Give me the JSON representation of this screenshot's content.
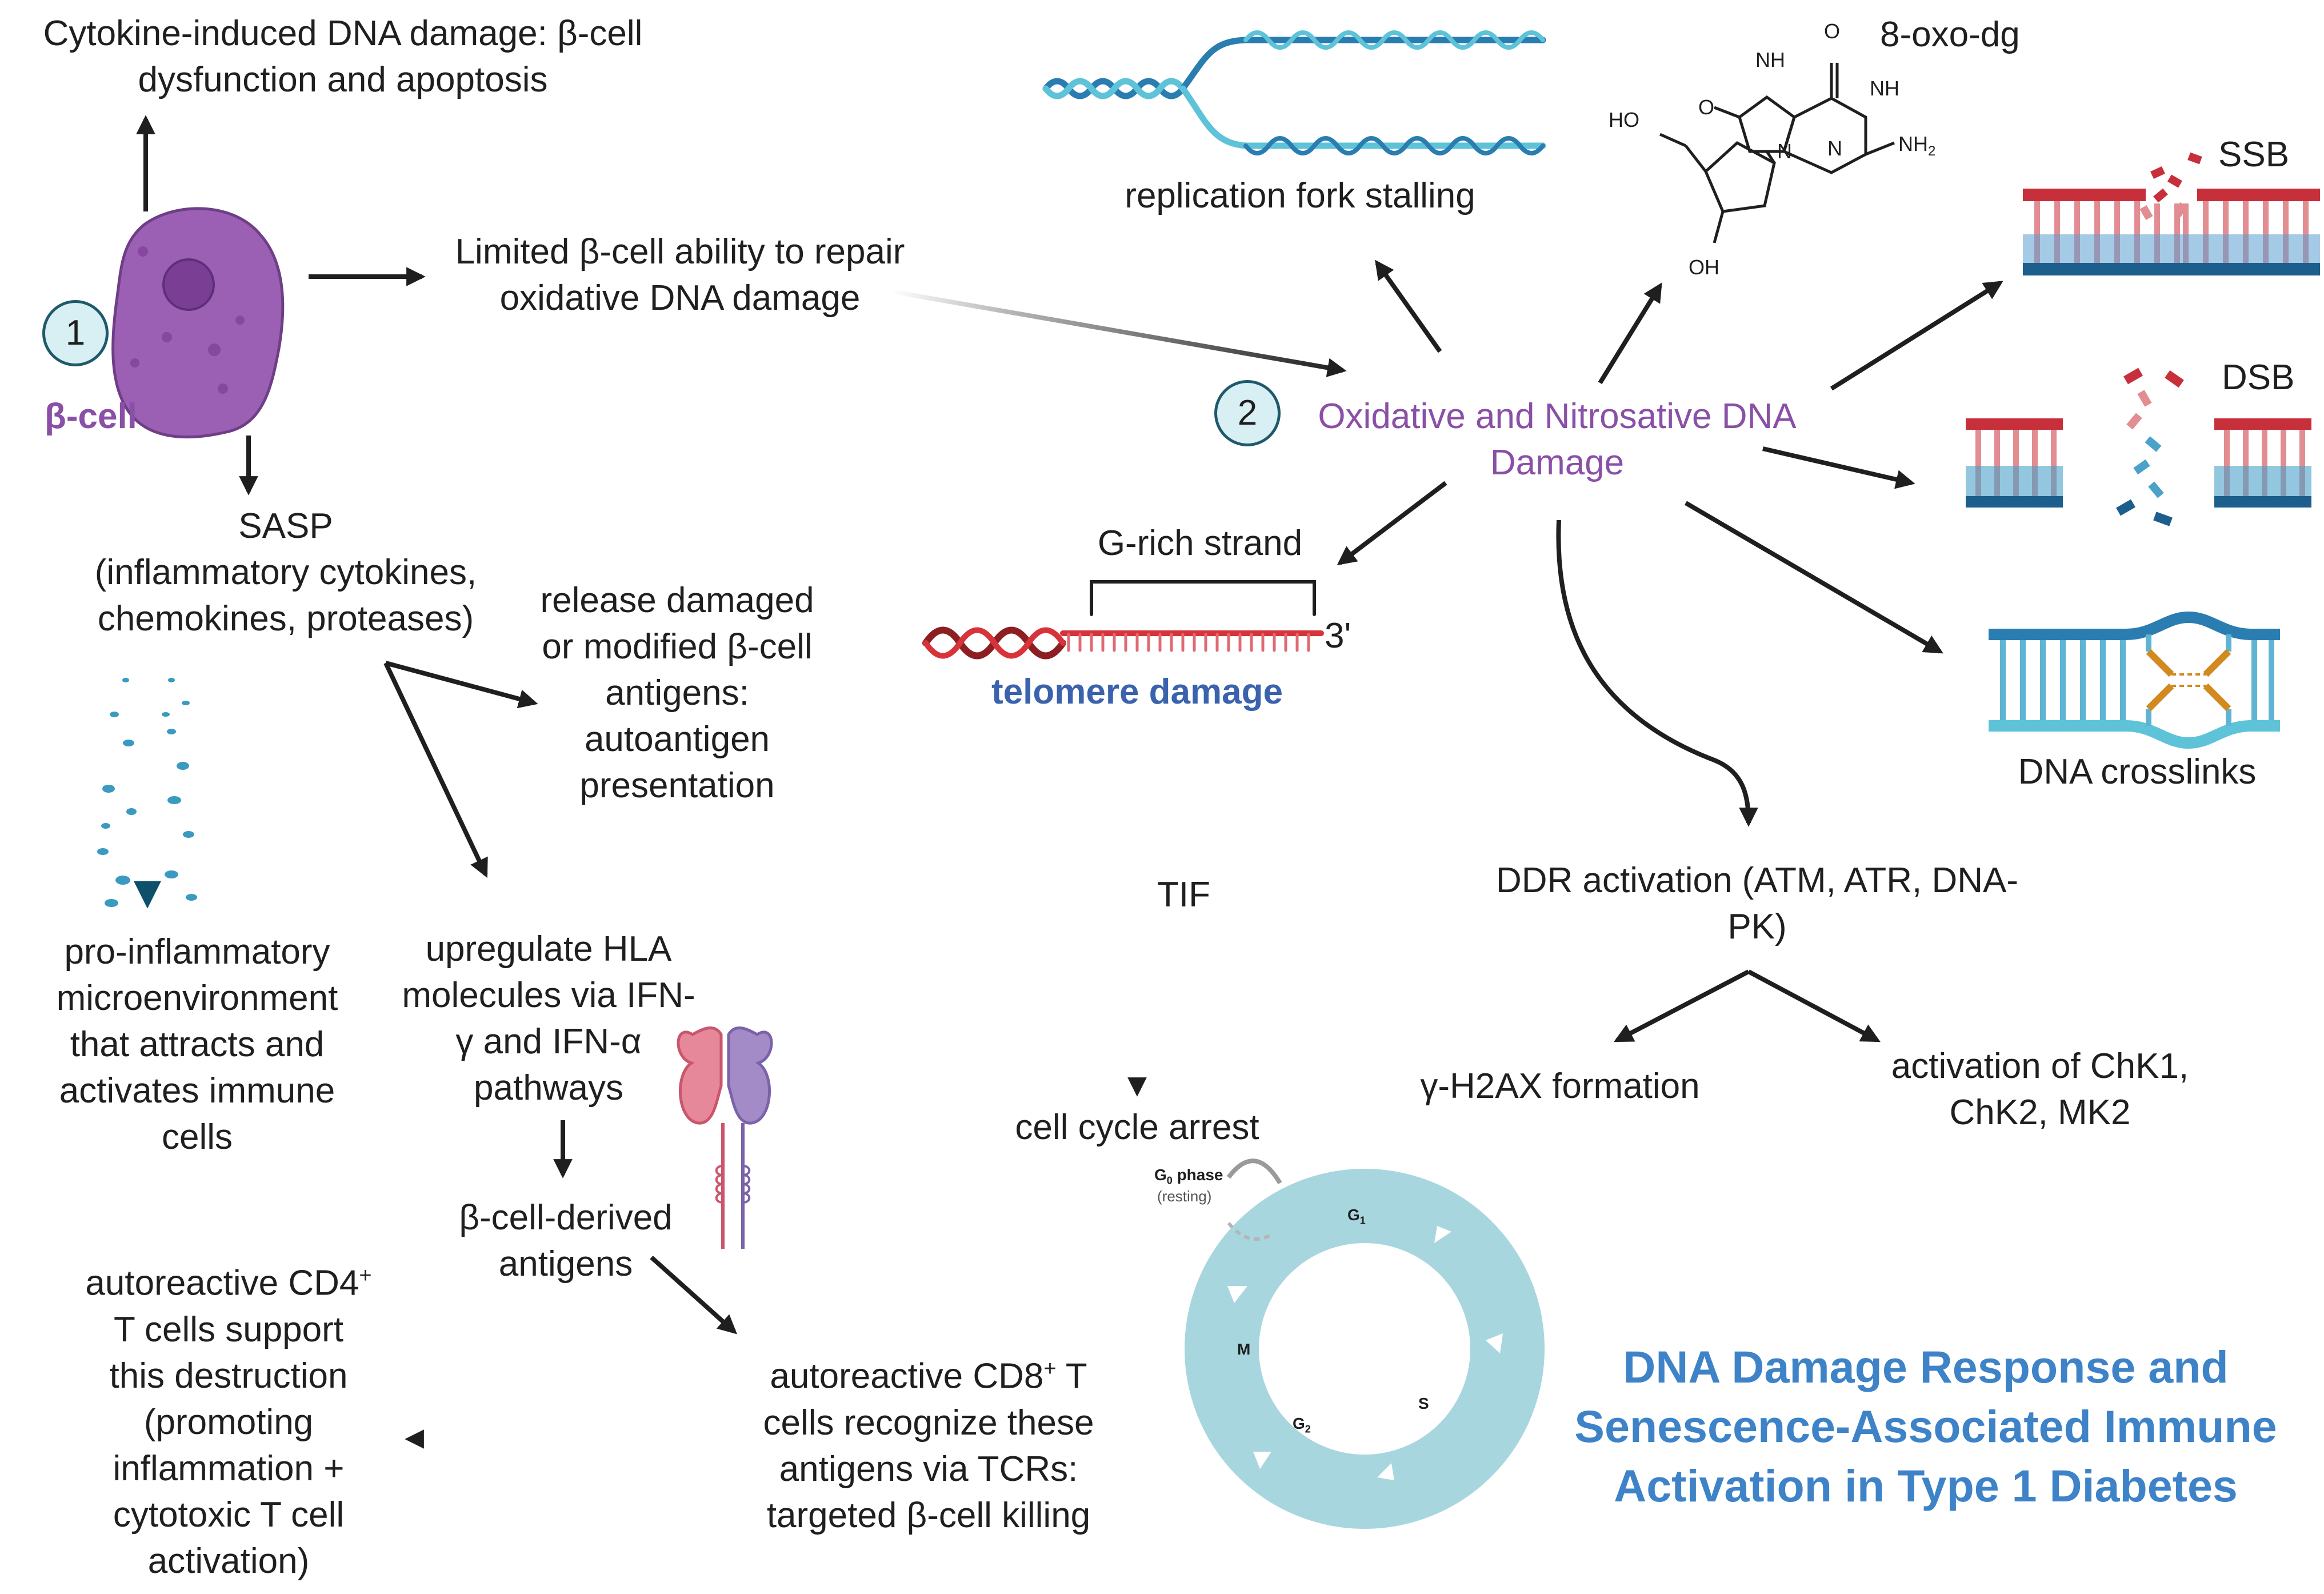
{
  "diagram": {
    "title_lines": [
      "DNA Damage Response and",
      "Senescence-Associated Immune",
      "Activation in Type 1 Diabetes"
    ],
    "beta_cell_label": "β-cell",
    "step1": "1",
    "step2": "2",
    "cytokine_damage": [
      "Cytokine-induced DNA damage: β-cell",
      "dysfunction and apoptosis"
    ],
    "limited_repair": [
      "Limited β-cell ability to repair",
      "oxidative DNA damage"
    ],
    "oxidative_damage": [
      "Oxidative and Nitrosative DNA",
      "Damage"
    ],
    "sasp": [
      "SASP",
      "(inflammatory cytokines,",
      "chemokines, proteases)"
    ],
    "release_antigens": [
      "release damaged",
      "or modified β-cell",
      "antigens:",
      "autoantigen",
      "presentation"
    ],
    "pro_inflammatory": [
      "pro-inflammatory",
      "microenvironment",
      "that attracts and",
      "activates immune",
      "cells"
    ],
    "upregulate_hla": [
      "upregulate HLA",
      "molecules via IFN-",
      "γ and IFN-α",
      "pathways"
    ],
    "beta_cell_antigens": [
      "β-cell-derived",
      "antigens"
    ],
    "cd8_line1_pre": "autoreactive CD8",
    "cd8_sup": "+",
    "cd8_line1_post": " T",
    "cd8_rest": [
      "cells recognize these",
      "antigens via TCRs:",
      "targeted β-cell killing"
    ],
    "cd4_line1_pre": "autoreactive CD4",
    "cd4_sup": "+",
    "cd4_rest": [
      "T cells support",
      "this destruction",
      "(promoting",
      "inflammation +",
      "cytotoxic T cell",
      "activation)"
    ],
    "replication_fork": "replication fork stalling",
    "oxo_label": "8-oxo-dg",
    "chem": {
      "ho": "HO",
      "oh": "OH",
      "o": "O",
      "nh": "NH",
      "n": "N",
      "nh2": "NH",
      "nh2_sub": "2"
    },
    "ssb": "SSB",
    "dsb": "DSB",
    "crosslinks": "DNA crosslinks",
    "g_rich": "G-rich strand",
    "three_prime": "3'",
    "telomere_damage": "telomere damage",
    "tif": "TIF",
    "cell_cycle_arrest": "cell cycle arrest",
    "ddr": [
      "DDR activation (ATM, ATR, DNA-",
      "PK)"
    ],
    "h2ax": "γ-H2AX formation",
    "chk": [
      "activation of ChK1,",
      "ChK2, MK2"
    ],
    "cycle": {
      "g0_pre": "G",
      "g0_sub": "0",
      "g0_post": " phase",
      "resting": "(resting)",
      "g1": "G",
      "g1_sub": "1",
      "s": "S",
      "g2": "G",
      "g2_sub": "2",
      "m": "M"
    }
  }
}
